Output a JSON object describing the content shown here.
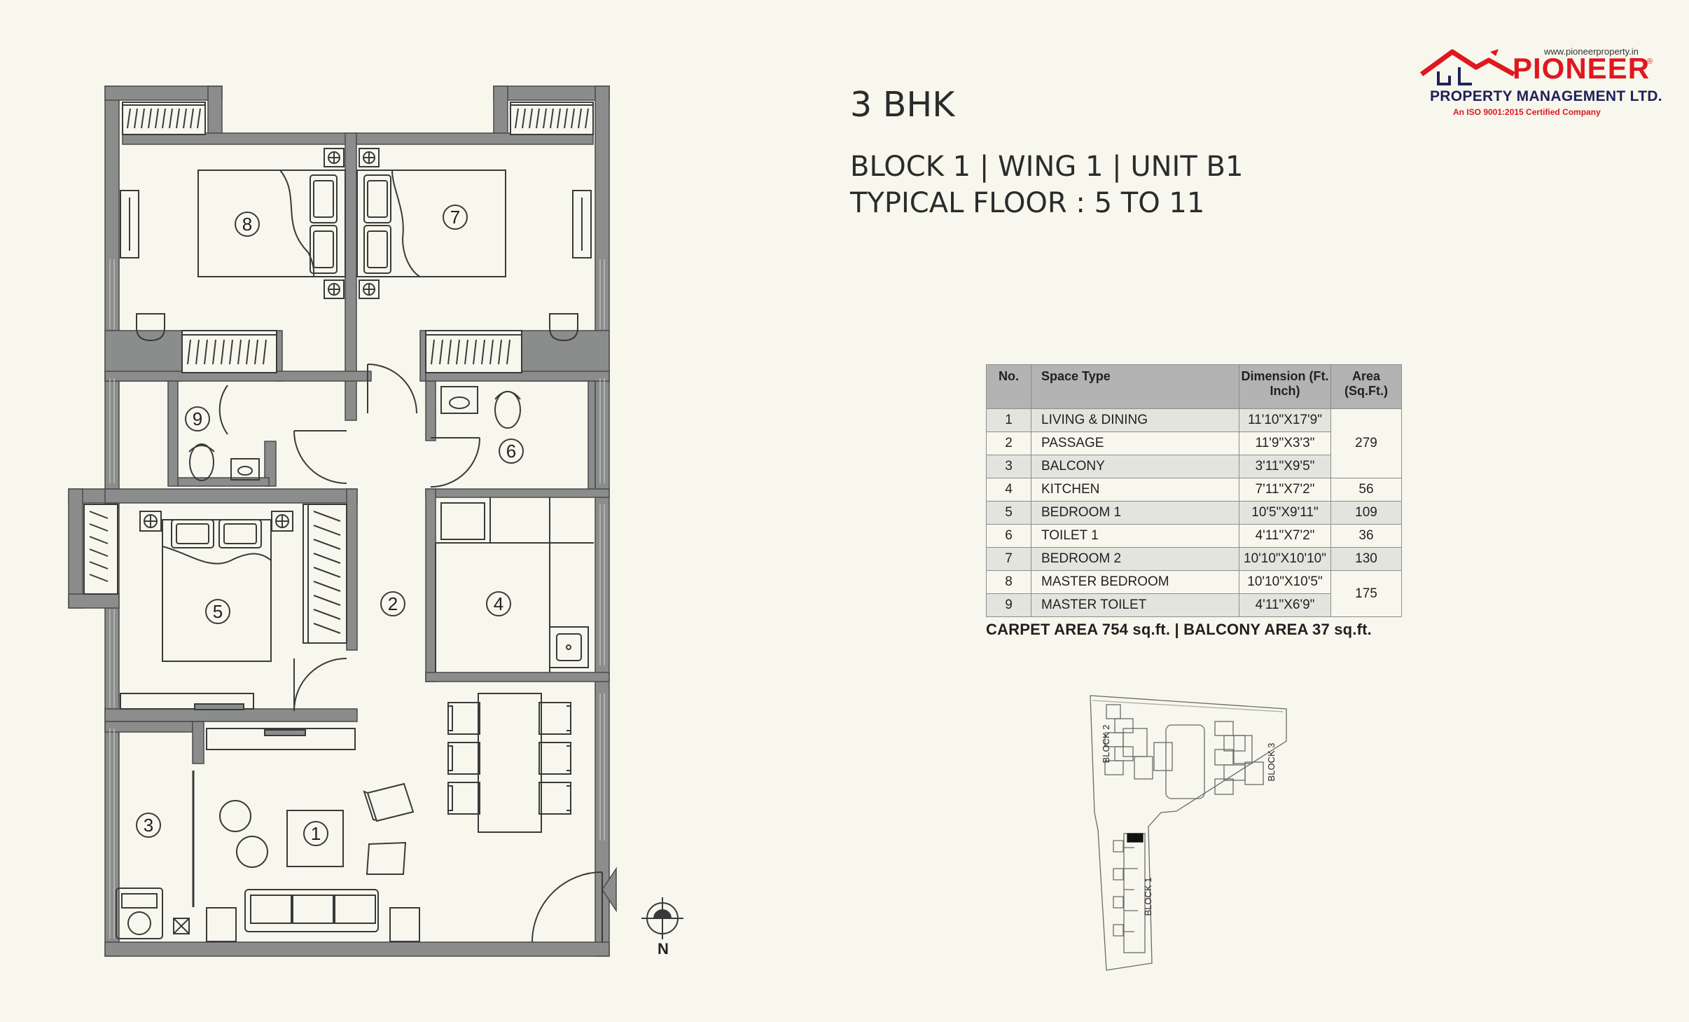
{
  "header": {
    "unit_type": "3 BHK",
    "location_line": "BLOCK 1 | WING 1 | UNIT B1",
    "floor_line": "TYPICAL FLOOR : 5 TO 11"
  },
  "logo": {
    "url": "www.pioneerproperty.in",
    "wordmark": "PIONEER",
    "registered": "®",
    "subtitle": "PROPERTY MANAGEMENT LTD.",
    "certification": "An ISO 9001:2015 Certified Company",
    "colors": {
      "red": "#e0171e",
      "navy": "#21215a"
    }
  },
  "table": {
    "headers": {
      "no": "No.",
      "space": "Space Type",
      "dimension": "Dimension (Ft. Inch)",
      "area": "Area (Sq.Ft.)"
    },
    "rows": [
      {
        "no": "1",
        "space": "LIVING & DINING",
        "dimension": "11'10\"X17'9\""
      },
      {
        "no": "2",
        "space": "PASSAGE",
        "dimension": "11'9\"X3'3\""
      },
      {
        "no": "3",
        "space": "BALCONY",
        "dimension": "3'11\"X9'5\""
      },
      {
        "no": "4",
        "space": "KITCHEN",
        "dimension": "7'11\"X7'2\""
      },
      {
        "no": "5",
        "space": "BEDROOM 1",
        "dimension": "10'5\"X9'11\""
      },
      {
        "no": "6",
        "space": "TOILET 1",
        "dimension": "4'11\"X7'2\""
      },
      {
        "no": "7",
        "space": "BEDROOM 2",
        "dimension": "10'10\"X10'10\""
      },
      {
        "no": "8",
        "space": "MASTER BEDROOM",
        "dimension": "10'10\"X10'5\""
      },
      {
        "no": "9",
        "space": "MASTER TOILET",
        "dimension": "4'11\"X6'9\""
      }
    ],
    "areas": {
      "living_group": "279",
      "kitchen": "56",
      "bedroom1": "109",
      "toilet1": "36",
      "bedroom2": "130",
      "master_group": "175"
    }
  },
  "summary": "CARPET AREA 754 sq.ft. | BALCONY AREA 37 sq.ft.",
  "plan": {
    "room_numbers": [
      "1",
      "2",
      "3",
      "4",
      "5",
      "6",
      "7",
      "8",
      "9"
    ],
    "north": "N"
  },
  "key_plan": {
    "block1": "BLOCK 1",
    "block2": "BLOCK 2",
    "block3": "BLOCK 3"
  },
  "colors": {
    "wall": "#8b8c8c",
    "line": "#3a3a3a",
    "background": "#f7f7ed",
    "table_header": "#b3b3b3"
  }
}
